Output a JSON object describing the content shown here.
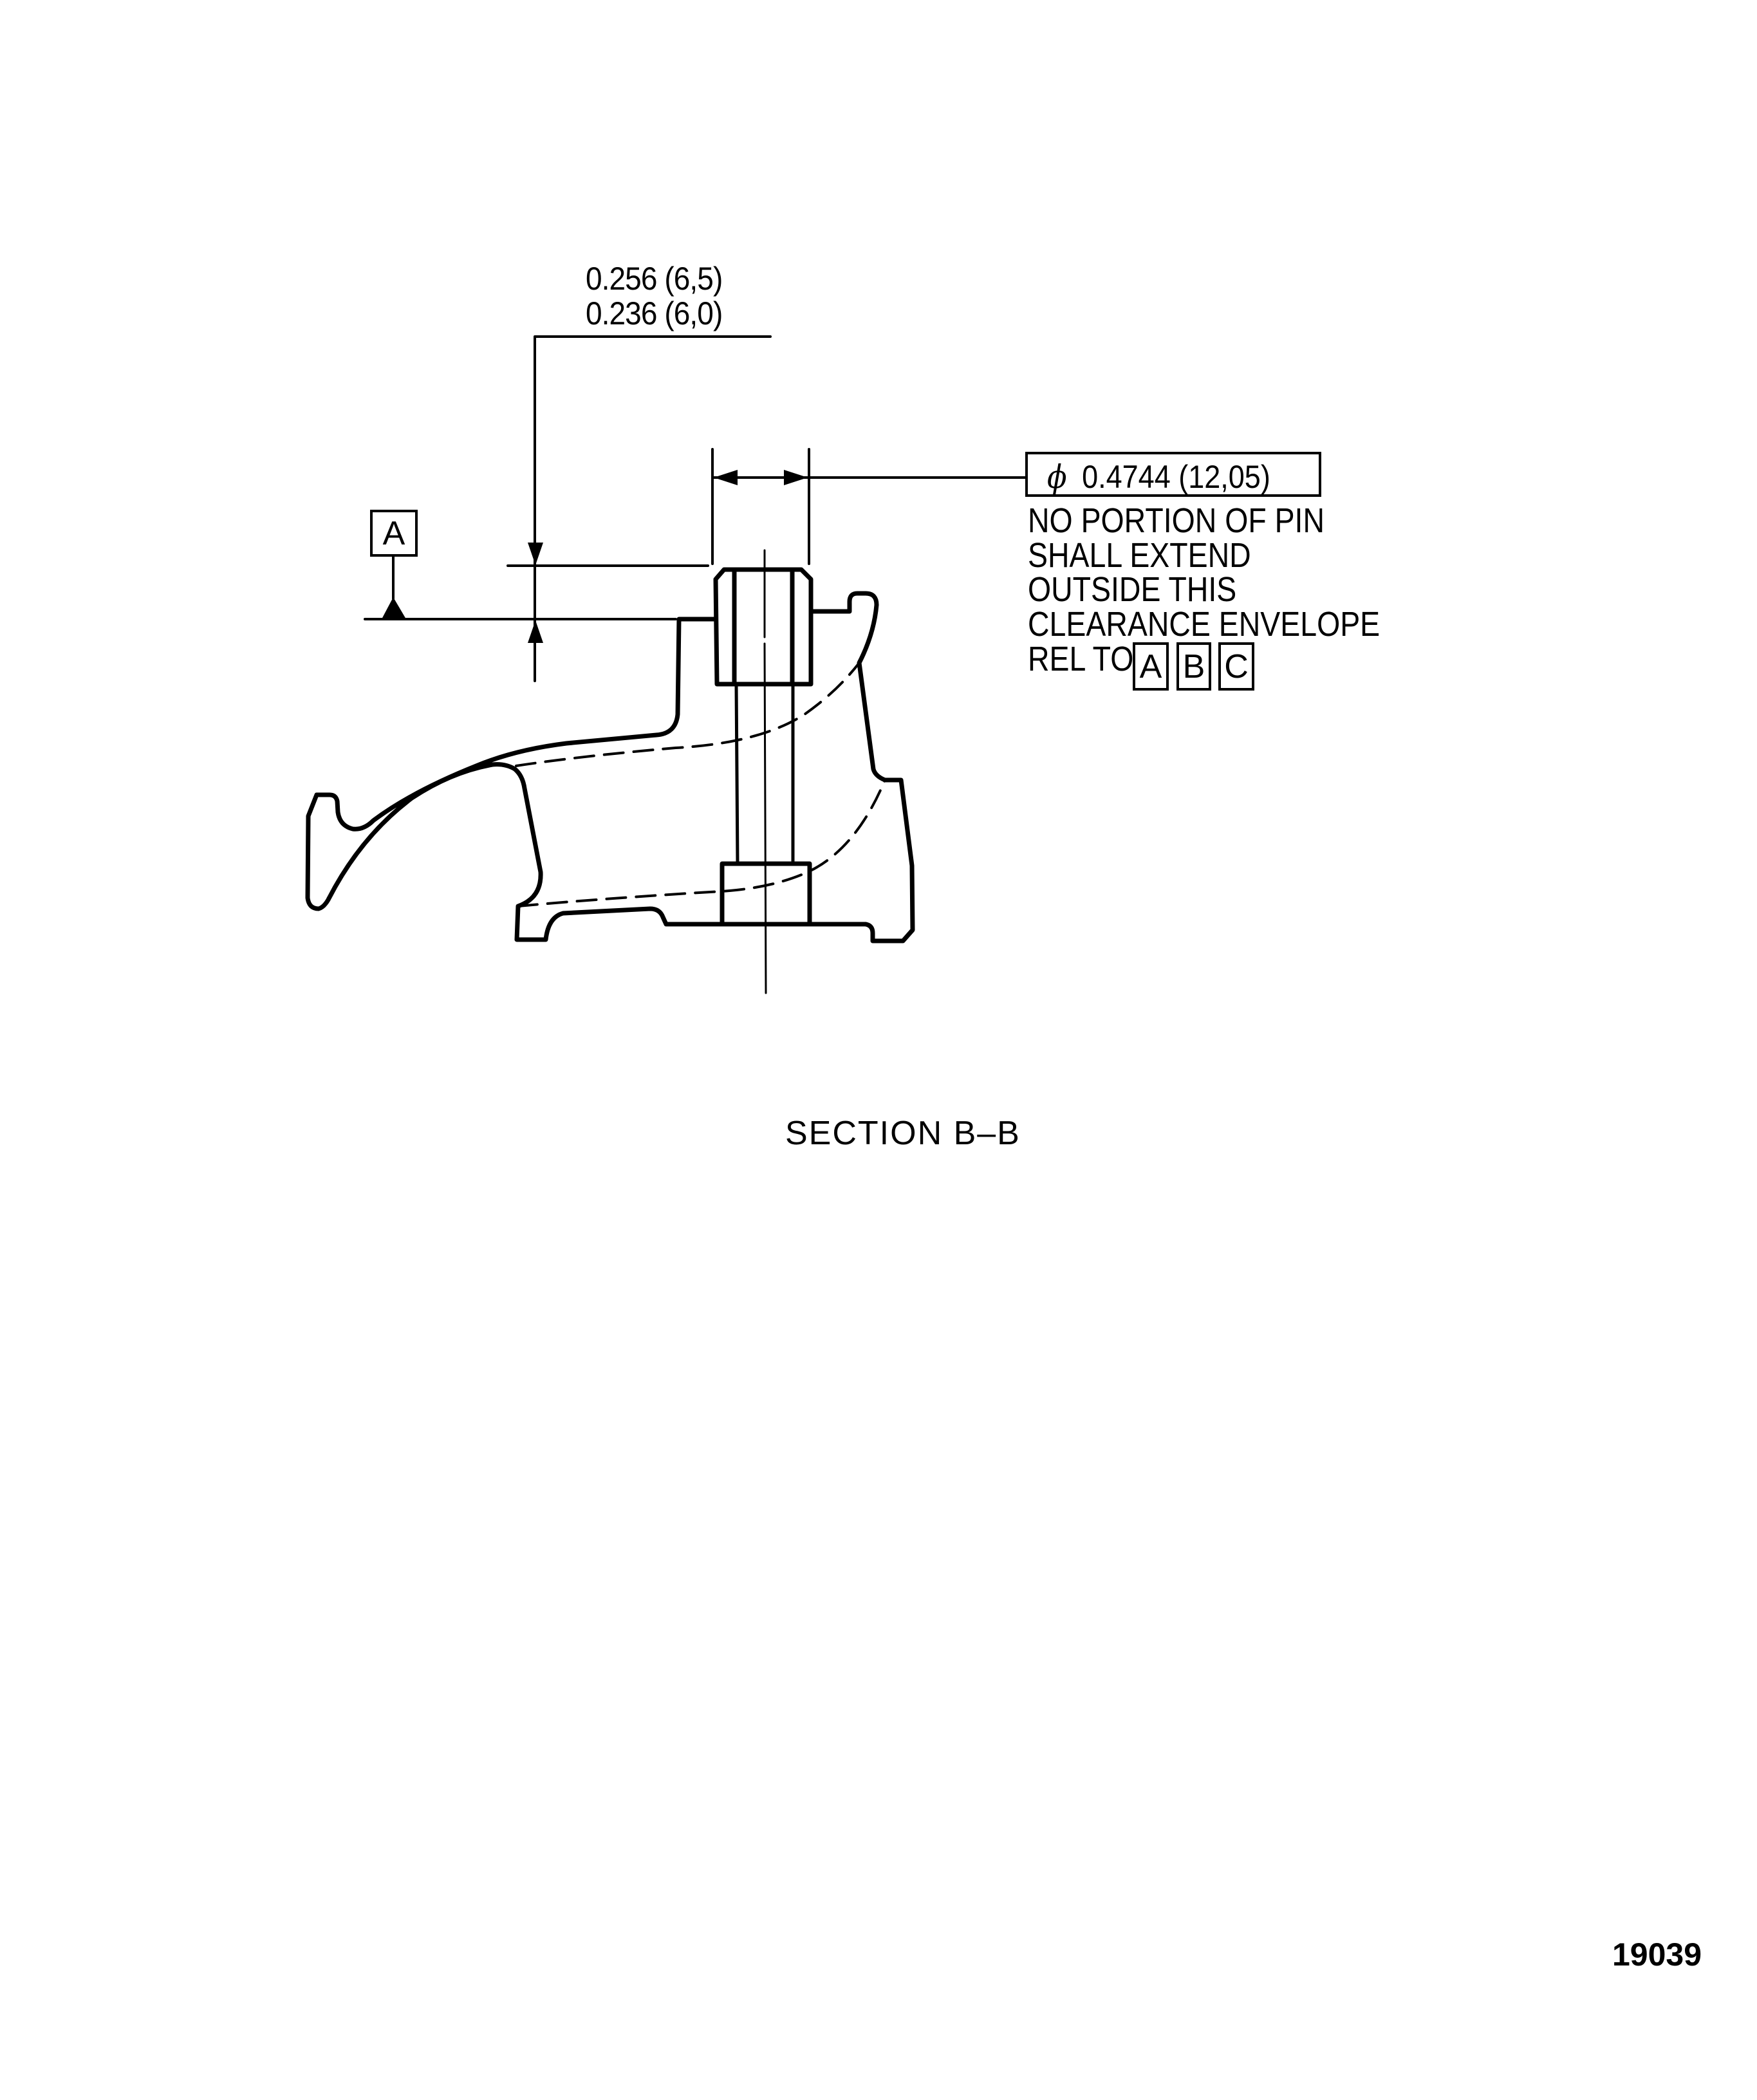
{
  "drawing": {
    "title": "SECTION B–B",
    "figure_number": "19039",
    "dimension_upper": "0.256 (6,5)",
    "dimension_lower": "0.236 (6,0)",
    "datum_label": "A",
    "feature_control": {
      "symbol": "ϕ",
      "value": "0.4744 (12,05)"
    },
    "note_lines": [
      "NO PORTION OF PIN",
      "SHALL EXTEND",
      "OUTSIDE THIS",
      "CLEARANCE ENVELOPE",
      "REL TO"
    ],
    "datum_refs": [
      "A",
      "B",
      "C"
    ]
  }
}
